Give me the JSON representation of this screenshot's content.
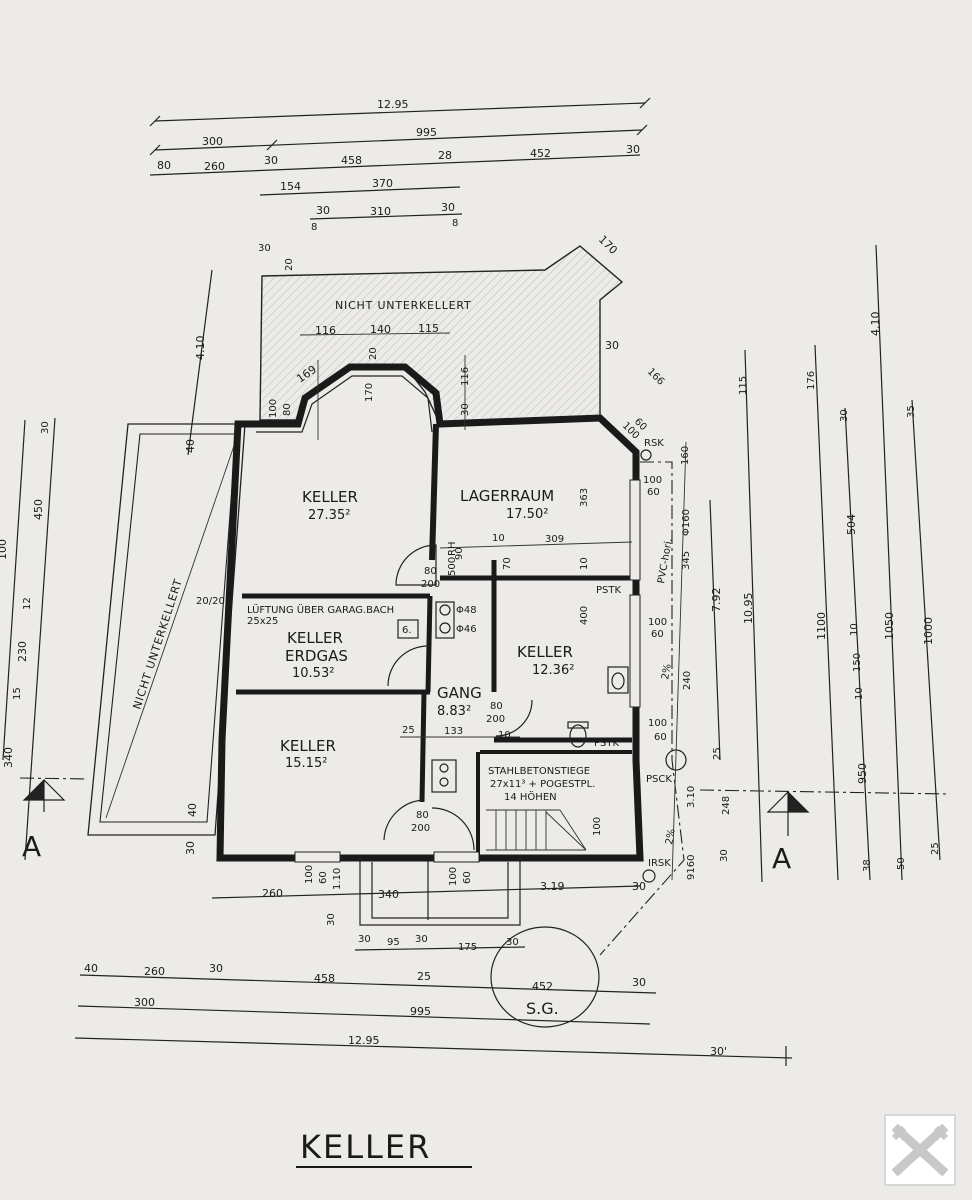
{
  "title": "KELLER",
  "rooms": {
    "keller1": {
      "name": "KELLER",
      "area": "27.35²"
    },
    "lager": {
      "name": "LAGERRAUM",
      "area": "17.50²"
    },
    "erdgas": {
      "name1": "KELLER",
      "name2": "ERDGAS",
      "area": "10.53²"
    },
    "keller3": {
      "name": "KELLER",
      "area": "12.36²"
    },
    "gang": {
      "name": "GANG",
      "area": "8.83²"
    },
    "keller4": {
      "name": "KELLER",
      "area": "15.15²"
    }
  },
  "labels": {
    "nicht_top": "NICHT UNTERKELLERT",
    "nicht_left": "NICHT UNTERKELLERT",
    "lueftung": "LÜFTUNG ÜBER GARAG.BACH",
    "lueftung_size": "25x25",
    "stiege1": "STAHLBETONSTIEGE",
    "stiege2": "27x11³ + POGESTPL.",
    "stiege3": "14 HÖHEN",
    "sg": "S.G.",
    "section_a": "A",
    "rsk": "RSK",
    "pstk": "PSTK",
    "psck": "PSCK",
    "irsk": "IRSK",
    "pvc": "PVC-hori.",
    "gefaelle": "2%",
    "d48": "Φ48",
    "d46": "Φ46",
    "box6": "6."
  },
  "dims_top": {
    "total": "12.95",
    "d300": "300",
    "d995": "995",
    "d80": "80",
    "d260": "260",
    "d30a": "30",
    "d458": "458",
    "d28": "28",
    "d452": "452",
    "d30b": "30",
    "d154": "154",
    "d370": "370",
    "d30c": "30",
    "d310": "310",
    "d30d": "30",
    "d8a": "8",
    "d8b": "8"
  },
  "dims_bottom": {
    "d40": "40",
    "d260": "260",
    "d30": "30",
    "d458": "458",
    "d25": "25",
    "d452": "452",
    "d30b": "30",
    "d300": "300",
    "d995": "995",
    "total": "12.95",
    "d30c": "30'",
    "b260": "260",
    "b340": "340",
    "b319": "3.19",
    "b30": "30",
    "c30a": "30",
    "c95": "95",
    "c30b": "30",
    "c175": "175",
    "c30c": "30",
    "v100a": "100",
    "v60": "60",
    "v110": "1.10",
    "v30": "30",
    "v100b": "100",
    "v60b": "60"
  },
  "dims_inner": {
    "i116": "116",
    "i140": "140",
    "i115": "115",
    "i169": "169",
    "i20a": "20",
    "i170": "170",
    "i30": "30",
    "i116b": "116",
    "i30b": "30",
    "i100": "100",
    "i80": "80",
    "i410": "4.10",
    "i40": "40",
    "i2020": "20/20",
    "i10": "10",
    "i309": "309",
    "i70": "70",
    "i10b": "10",
    "i363": "363",
    "i80d": "80",
    "i200d": "200",
    "i90": "90",
    "i500": "500",
    "iRH": "RH",
    "i400": "400",
    "i80g": "80",
    "i200g": "200",
    "i25": "25",
    "i133": "133",
    "i10g": "10",
    "i80s": "80",
    "i200s": "200",
    "i100s": "100",
    "i40l": "40",
    "i30l": "30",
    "i170t": "170",
    "i166": "166",
    "i160": "160",
    "i100r": "100",
    "i60r": "60",
    "i345": "345",
    "i160r": "Φ160",
    "i100p": "100",
    "i60p": "60",
    "i240": "240",
    "i100q": "100",
    "i60q": "60",
    "i310": "3.10",
    "i248": "248",
    "i30r": "30",
    "i9160": "9160",
    "i2p": "2%",
    "i20top": "20",
    "i30top": "30"
  },
  "dims_right": {
    "r792": "7.92",
    "r1095": "10.95",
    "r1100": "1100",
    "r115": "115",
    "r176": "176",
    "r30": "30",
    "r504": "504",
    "r10": "10",
    "r150": "150",
    "r10b": "10",
    "r950": "950",
    "r38": "38",
    "r410": "4.10",
    "r1050": "1050",
    "r50": "50",
    "r35": "35",
    "r1000": "1000",
    "r25": "25",
    "r25b": "25",
    "r3010": "30"
  },
  "dims_left": {
    "l30": "30",
    "l450": "450",
    "l12": "12",
    "l230": "230",
    "l15": "15",
    "l340": "340",
    "l100": "100"
  }
}
